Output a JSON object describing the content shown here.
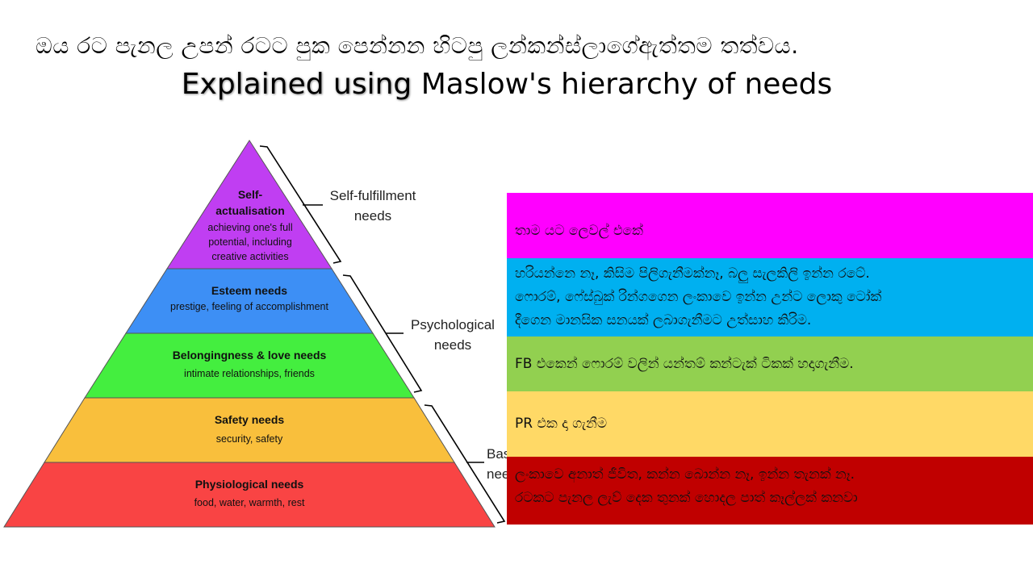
{
  "title": {
    "sinhala_line": "ඔය රට පැනල උපන් රටට පුක පෙන්නන හිටපු ලන්කන්ස්ලාගේඇත්තම තත්වය.",
    "english_highlight": "Explained using",
    "english_rest": " Maslow's hierarchy of needs"
  },
  "pyramid": {
    "levels": [
      {
        "title": "Self-",
        "title2": "actualisation",
        "desc": [
          "achieving one's full",
          "potential, including",
          "creative activities"
        ],
        "color": "#c03ef2"
      },
      {
        "title": "Esteem needs",
        "desc": [
          "prestige, feeling of accomplishment"
        ],
        "color": "#3d8ff5"
      },
      {
        "title": "Belongingness & love needs",
        "desc": [
          "intimate relationships, friends"
        ],
        "color": "#44ee3f"
      },
      {
        "title": "Safety needs",
        "desc": [
          "security, safety"
        ],
        "color": "#f9bf3c"
      },
      {
        "title": "Physiological needs",
        "desc": [
          "food, water, warmth, rest"
        ],
        "color": "#f94444"
      }
    ],
    "brace_labels": {
      "self_fulfillment": [
        "Self-fulfillment",
        "needs"
      ],
      "psychological": [
        "Psychological",
        "needs"
      ],
      "basic": [
        "Basic",
        "needs"
      ]
    }
  },
  "bands": [
    {
      "text": [
        "තාම යට ලෙවල් එකේ"
      ],
      "color": "#ff00ff"
    },
    {
      "text": [
        "හරියන්නෙ නෑ, කිසිම පිලිගැනීමක්නෑ, බලු සැලකිලි ඉන්න රටේ.",
        "ෆොරම්, ෆේස්බුක් රින්ගගෙන ලංකාවෙ ඉන්න උන්ට ලොකු ටෝක්",
        "දීගෙන මානසික සනයක් ලබාගැනීමට උත්සාහ කිරිම."
      ],
      "color": "#00b0f0"
    },
    {
      "text": [
        "FB එකෙන් ෆොරම් වලින් යන්තම් කන්ටැක් ටිකක් හදාගැනීම."
      ],
      "color": "#92d050"
    },
    {
      "text": [
        "PR එක දා ගැනීම"
      ],
      "color": "#ffd966"
    },
    {
      "text": [
        "ලංකාවෙ අනාත් ජීවිත, කන්න බොන්න නෑ, ඉන්න තැනක් නෑ.",
        "රටකට පැනල ලැව් දෙක තුනක් හොදල පාත් කෑල්ලක් කනවා"
      ],
      "color": "#c00000"
    }
  ]
}
